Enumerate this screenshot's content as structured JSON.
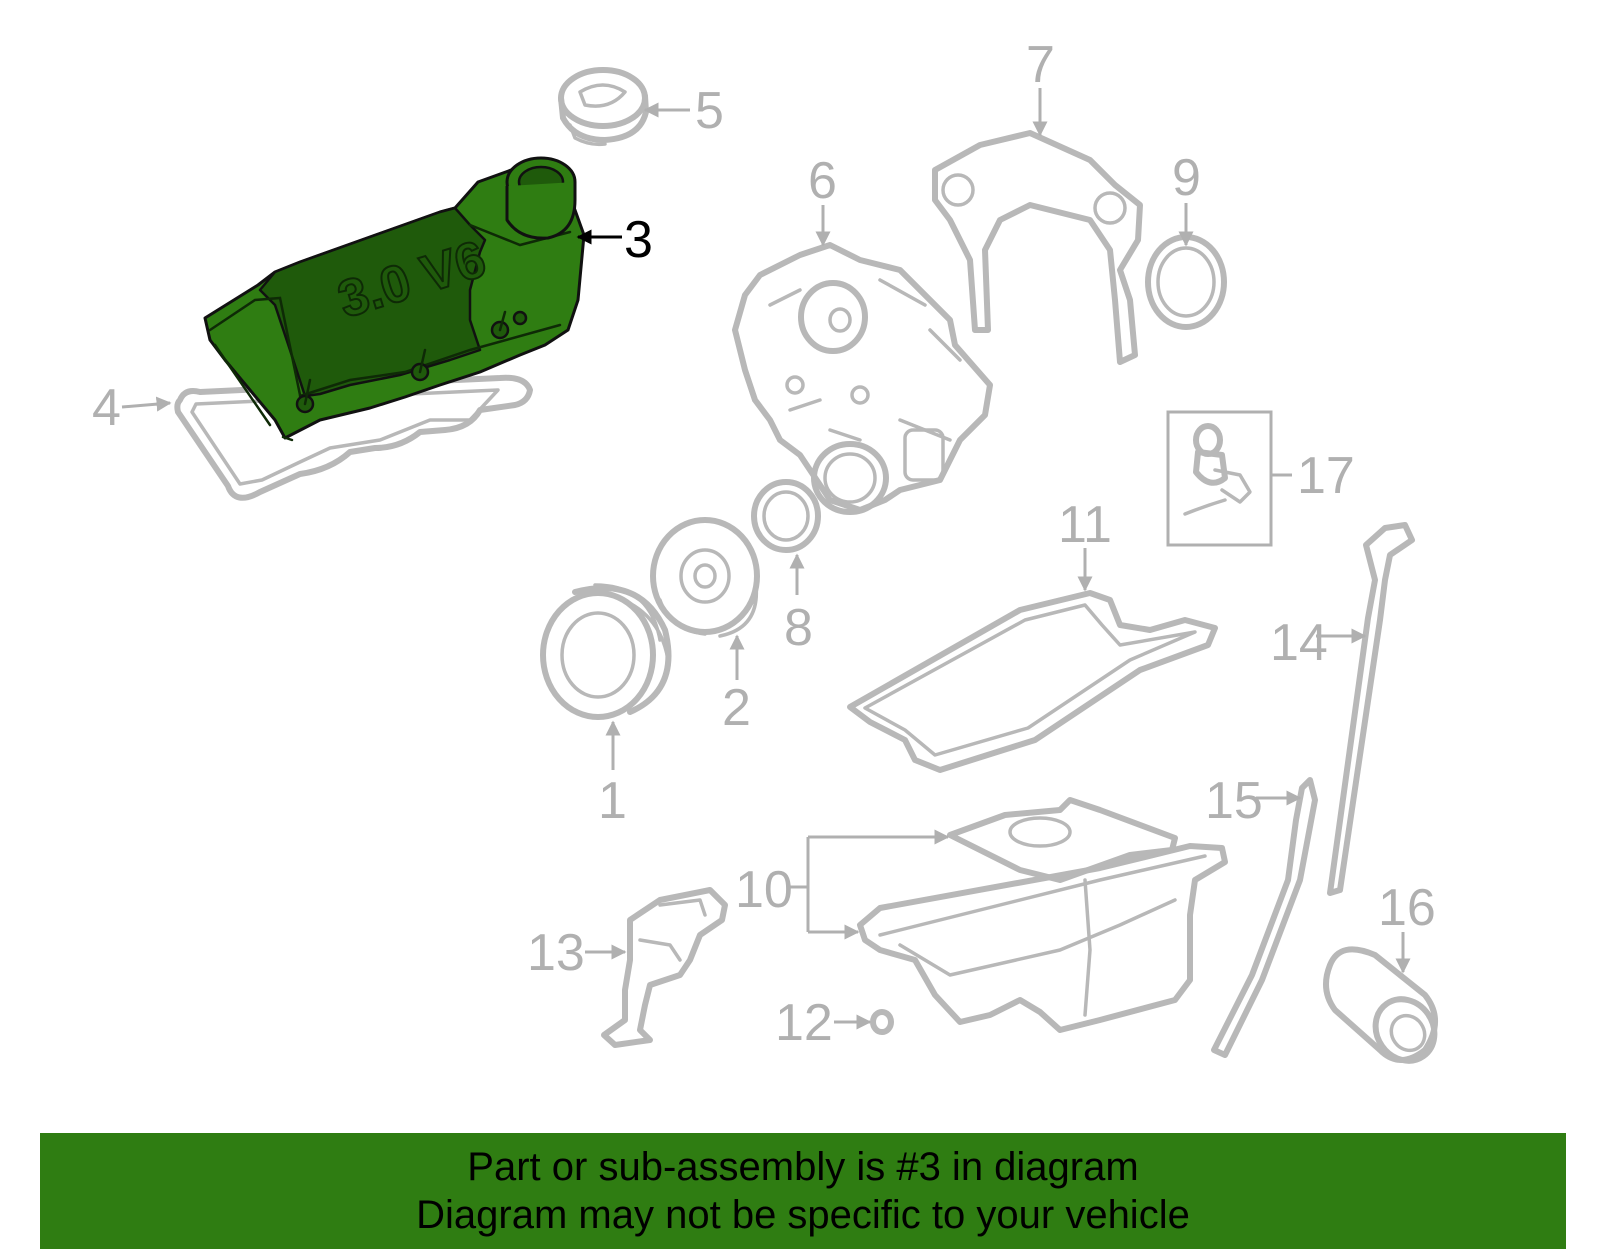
{
  "colors": {
    "highlight": "#2f7d12",
    "banner": "#2f7d12",
    "part": "#b8b8b8"
  },
  "highlighted_part": "3",
  "highlight_logo": "3.0 V6",
  "callouts": [
    "1",
    "2",
    "3",
    "4",
    "5",
    "6",
    "7",
    "8",
    "9",
    "10",
    "11",
    "12",
    "13",
    "14",
    "15",
    "16",
    "17"
  ],
  "banner": {
    "line1": "Part or sub-assembly is #3 in diagram",
    "line2": "Diagram may not be specific to your vehicle"
  }
}
